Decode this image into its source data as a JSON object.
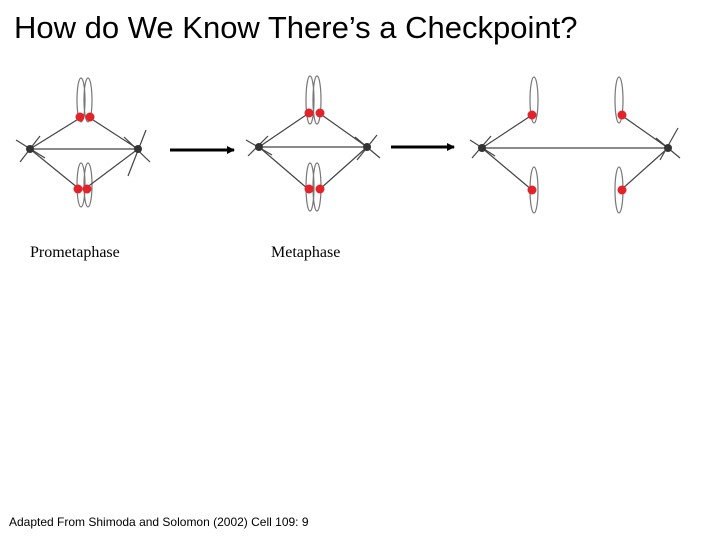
{
  "title": "How do We Know There’s a Checkpoint?",
  "stages": [
    {
      "label": "Prometaphase"
    },
    {
      "label": "Metaphase"
    },
    {
      "label": ""
    }
  ],
  "citation": "Adapted From Shimoda and Solomon (2002) Cell 109: 9",
  "colors": {
    "kinetochore": "#e3232a",
    "spindle": "#444444",
    "chromosome": "#777777",
    "arrow": "#000000"
  }
}
